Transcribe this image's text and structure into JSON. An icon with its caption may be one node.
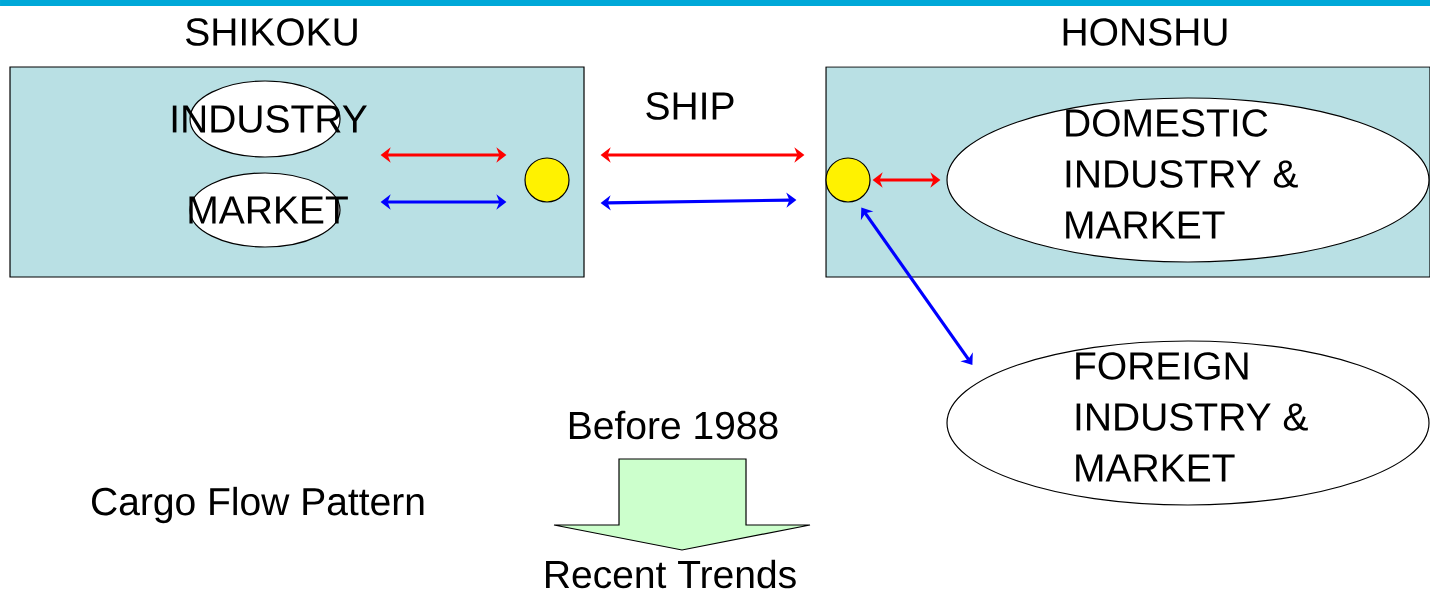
{
  "diagram": {
    "nodes": [
      {
        "text": [
          "SHIKOKU"
        ]
      },
      {
        "text": [
          "INDUSTRY"
        ],
        "in": 0
      },
      {
        "text": [
          "MARKET"
        ],
        "in": 0
      },
      {
        "text": [],
        "shape": "circle",
        "in": 0
      },
      {
        "text": [
          "HONSHU"
        ]
      },
      {
        "text": [],
        "shape": "circle",
        "in": 4
      },
      {
        "text": [
          "DOMESTIC INDUSTRY & MARKET"
        ],
        "in": 4
      },
      {
        "text": [
          "FOREIGN INDUSTRY & MARKET"
        ]
      },
      {
        "text": [
          "Before 1988"
        ]
      },
      {
        "text": [
          "Recent Trends"
        ]
      }
    ],
    "edges": [
      {
        "from": 1,
        "to": 3,
        "arrow": "both",
        "color": "#ff0000"
      },
      {
        "from": 2,
        "to": 3,
        "arrow": "both",
        "color": "#0000ff"
      },
      {
        "from": 3,
        "to": 5,
        "arrow": "both",
        "color": "#ff0000",
        "label": "SHIP"
      },
      {
        "from": 3,
        "to": 5,
        "arrow": "both",
        "color": "#0000ff"
      },
      {
        "from": 5,
        "to": 6,
        "arrow": "both",
        "color": "#ff0000"
      },
      {
        "from": 5,
        "to": 7,
        "arrow": "both",
        "color": "#0000ff"
      },
      {
        "from": 8,
        "to": 9,
        "arrow": "to",
        "color": "#ccffcc"
      }
    ],
    "labels": [
      "Cargo Flow Pattern"
    ]
  }
}
